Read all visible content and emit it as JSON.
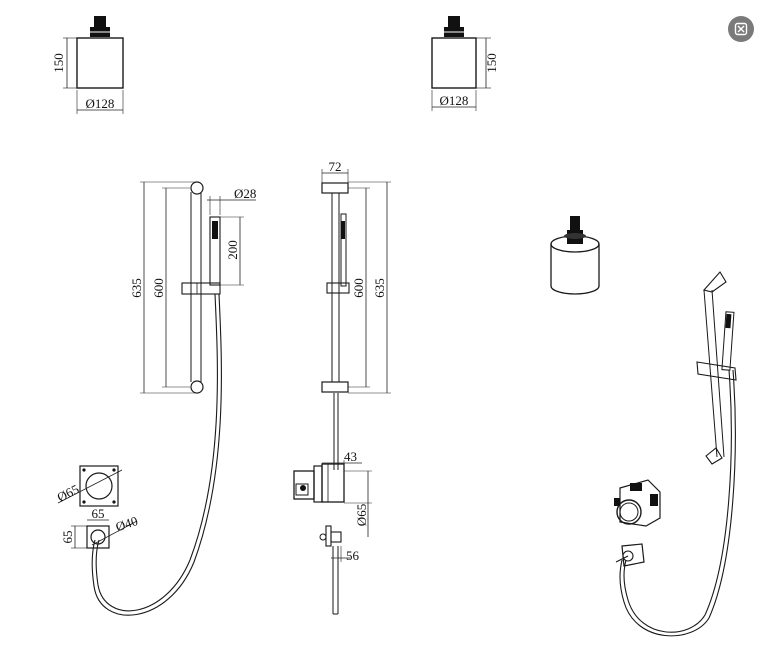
{
  "title": "",
  "colors": {
    "line": "#1a1a1a",
    "background": "#ffffff",
    "close_button": "#7a7a7a"
  },
  "icons": {
    "close": "close-icon"
  },
  "dimensions": {
    "top_left_height": "150",
    "top_left_diameter": "Ø128",
    "top_right_height": "150",
    "top_right_diameter": "Ø128",
    "rail_front_total": "635",
    "rail_front_between": "600",
    "handle_diameter": "Ø28",
    "handle_length": "200",
    "plate_diameter": "Ø65",
    "elbow_width": "65",
    "elbow_height": "65",
    "elbow_diameter": "Ø40",
    "rail_side_width": "72",
    "rail_side_between": "600",
    "rail_side_total": "635",
    "valve_depth": "43",
    "valve_diameter": "Ø65",
    "outlet_depth": "56"
  }
}
